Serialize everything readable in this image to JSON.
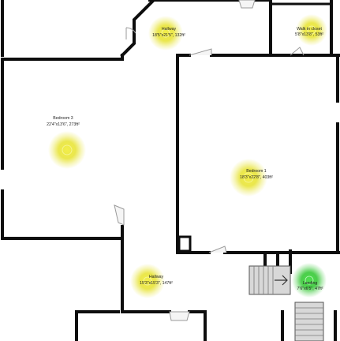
{
  "rooms": [
    {
      "id": "hallway-top",
      "name": "Hallway",
      "dims": "18'5\"x21'5\", 132ft²",
      "marker_color": "#e8e43a"
    },
    {
      "id": "walk-in-closet",
      "name": "Walk in closet",
      "dims": "5'8\"x13'8\", 53ft²",
      "marker_color": "#e8e43a"
    },
    {
      "id": "bedroom-3",
      "name": "Bedroom 3",
      "dims": "22'4\"x13'6\", 273ft²",
      "marker_color": "#e8e43a"
    },
    {
      "id": "bedroom-1",
      "name": "Bedroom 1",
      "dims": "18'3\"x22'8\", 403ft²",
      "marker_color": "#e8e43a"
    },
    {
      "id": "hallway-bottom",
      "name": "Hallway",
      "dims": "15'3\"x15'3\", 147ft²",
      "marker_color": "#e8e43a"
    },
    {
      "id": "landing",
      "name": "Landing",
      "dims": "7'6\"x6'5\", 47ft²",
      "marker_color": "#3fcf3f"
    }
  ]
}
